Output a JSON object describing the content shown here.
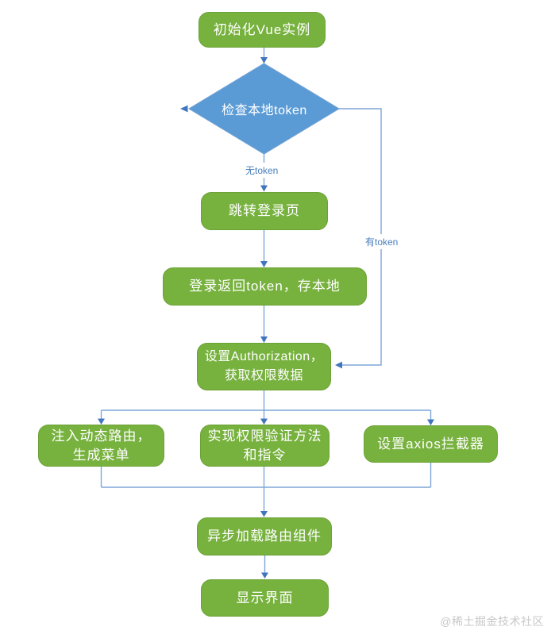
{
  "diagram": {
    "type": "flowchart",
    "topic": "Vue permission / token check flow"
  },
  "colors": {
    "process_node_fill": "#77B13E",
    "process_node_border": "#6CA237",
    "decision_node_fill": "#5B9BD5",
    "connector_line": "#7EA6D8",
    "arrowhead": "#4176BE",
    "edge_label_text": "#4A7EBB",
    "node_text": "#FFFFFF",
    "watermark_text": "#C8C8C8",
    "background": "#FFFFFF"
  },
  "flowchart": {
    "nodes": {
      "init": {
        "label": "初始化Vue实例",
        "type": "process"
      },
      "check_token": {
        "label": "检查本地token",
        "type": "decision"
      },
      "goto_login": {
        "label": "跳转登录页",
        "type": "process"
      },
      "login_return": {
        "label": "登录返回token，存本地",
        "type": "process"
      },
      "set_auth": {
        "label": "设置Authorization，获取权限数据",
        "type": "process"
      },
      "inject_routes": {
        "label": "注入动态路由，生成菜单",
        "type": "process"
      },
      "impl_permission": {
        "label": "实现权限验证方法和指令",
        "type": "process"
      },
      "axios_interceptor": {
        "label": "设置axios拦截器",
        "type": "process"
      },
      "async_load": {
        "label": "异步加载路由组件",
        "type": "process"
      },
      "show_ui": {
        "label": "显示界面",
        "type": "process"
      }
    },
    "edge_labels": {
      "no_token": "无token",
      "has_token": "有token"
    }
  },
  "watermark": {
    "text": "@稀土掘金技术社区"
  }
}
